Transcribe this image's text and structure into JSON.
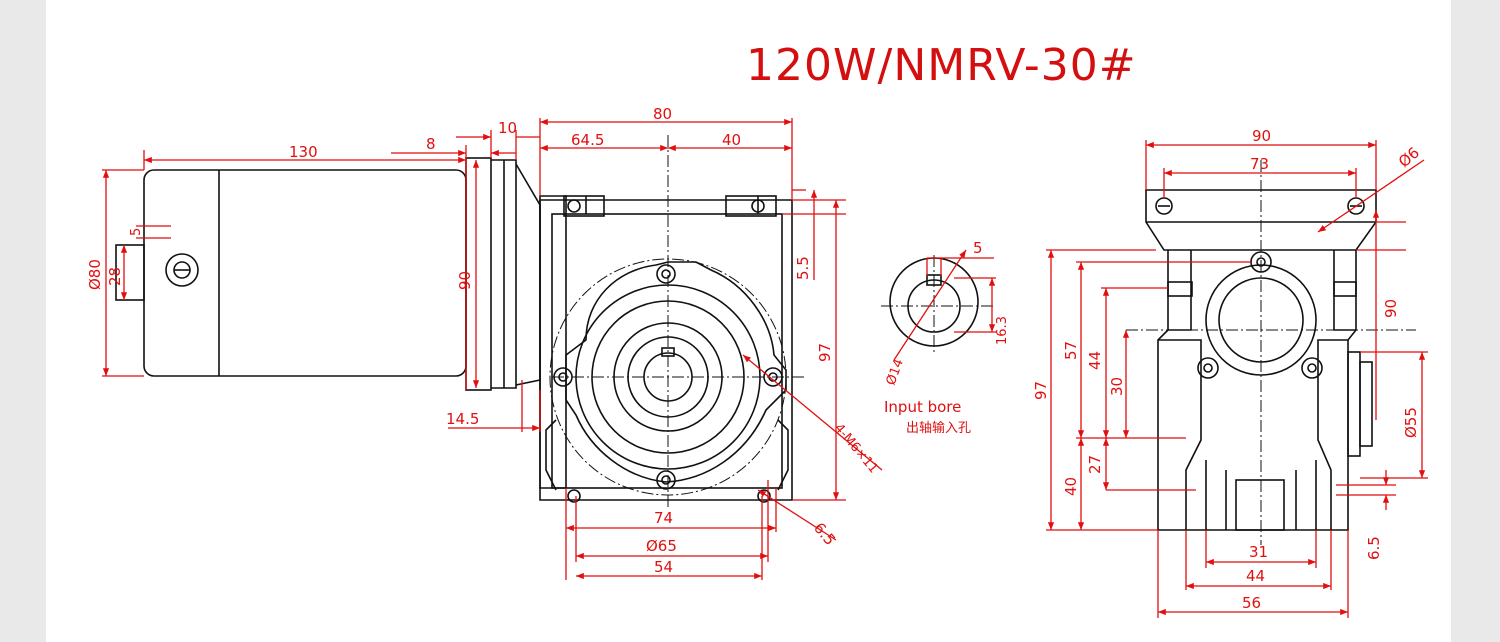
{
  "title": "120W/NMRV-30#",
  "bore": {
    "label_en": "Input bore",
    "label_cn": "出轴输入孔"
  },
  "colors": {
    "dimension": "#e10f0f",
    "outline": "#111111",
    "title": "#d40f0f"
  },
  "dims": {
    "d130": "130",
    "d8": "8",
    "d10": "10",
    "d80": "80",
    "d64_5": "64.5",
    "d40_top": "40",
    "d_phi80": "Ø80",
    "d28": "28",
    "d5_motor": "5",
    "d90_motor": "90",
    "d14_5": "14.5",
    "d5_5": "5.5",
    "d97_front": "97",
    "d4m6": "4-M6×11",
    "d74": "74",
    "d_phi65": "Ø65",
    "d54": "54",
    "d6_5_front": "6.5",
    "d5_bore": "5",
    "d_phi14": "Ø14",
    "d16_3": "16.3",
    "d90_side": "90",
    "d73": "73",
    "d_phi6": "Ø6",
    "d90_right": "90",
    "d97_side": "97",
    "d57": "57",
    "d44_v": "44",
    "d30": "30",
    "d27": "27",
    "d40_side": "40",
    "d_phi55": "Ø55",
    "d6_5_side": "6.5",
    "d31": "31",
    "d44_h": "44",
    "d56": "56"
  }
}
